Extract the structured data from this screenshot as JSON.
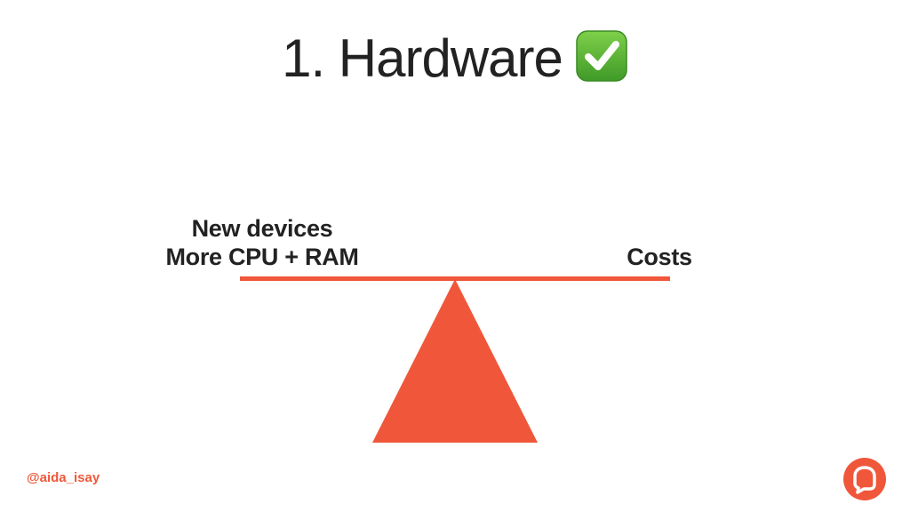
{
  "slide": {
    "title": "1. Hardware",
    "title_icon": "check-mark-button-icon"
  },
  "diagram": {
    "left_label_lines": [
      "New devices",
      "More CPU + RAM"
    ],
    "right_label": "Costs"
  },
  "footer": {
    "handle": "@aida_isay",
    "logo_icon": "chat-bubble-logo-icon"
  },
  "colors": {
    "accent": "#f0573a",
    "text": "#222222",
    "check_green": "#5fb336"
  }
}
